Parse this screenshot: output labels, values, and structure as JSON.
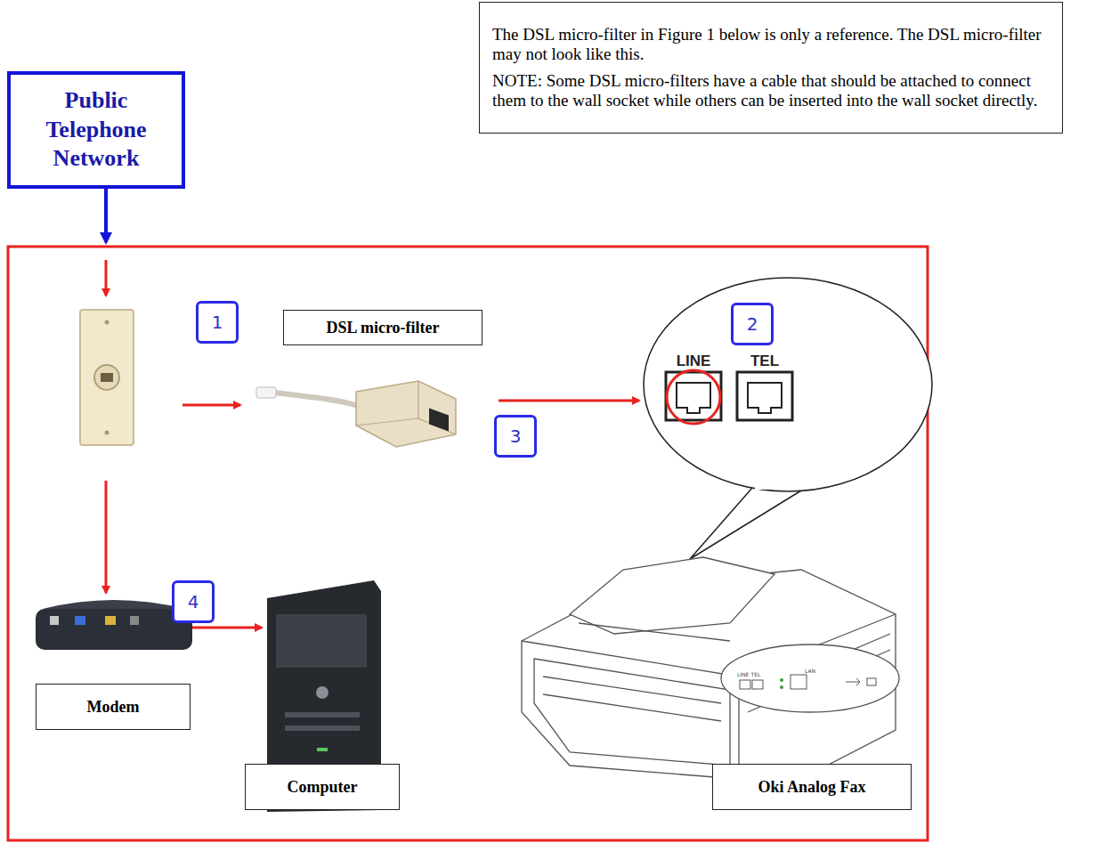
{
  "diagram": {
    "nodes": [
      {
        "text": [
          "The DSL micro-filter in Figure 1 below is only a reference. The DSL micro-filter may not look like this.",
          "NOTE: Some DSL micro-filters have a cable that should be attached to connect them to the wall socket while others can be inserted into the wall socket directly."
        ]
      },
      {
        "text": [
          "Public Telephone Network"
        ]
      },
      {
        "text": [
          "DSL micro-filter"
        ]
      },
      {
        "text": [
          "Modem"
        ]
      },
      {
        "text": [
          "Computer"
        ]
      },
      {
        "text": [
          "Oki Analog Fax"
        ]
      }
    ],
    "labels": [
      "1",
      "2",
      "3",
      "4",
      "LINE",
      "TEL",
      "LINE",
      "TEL",
      "LAN"
    ]
  }
}
